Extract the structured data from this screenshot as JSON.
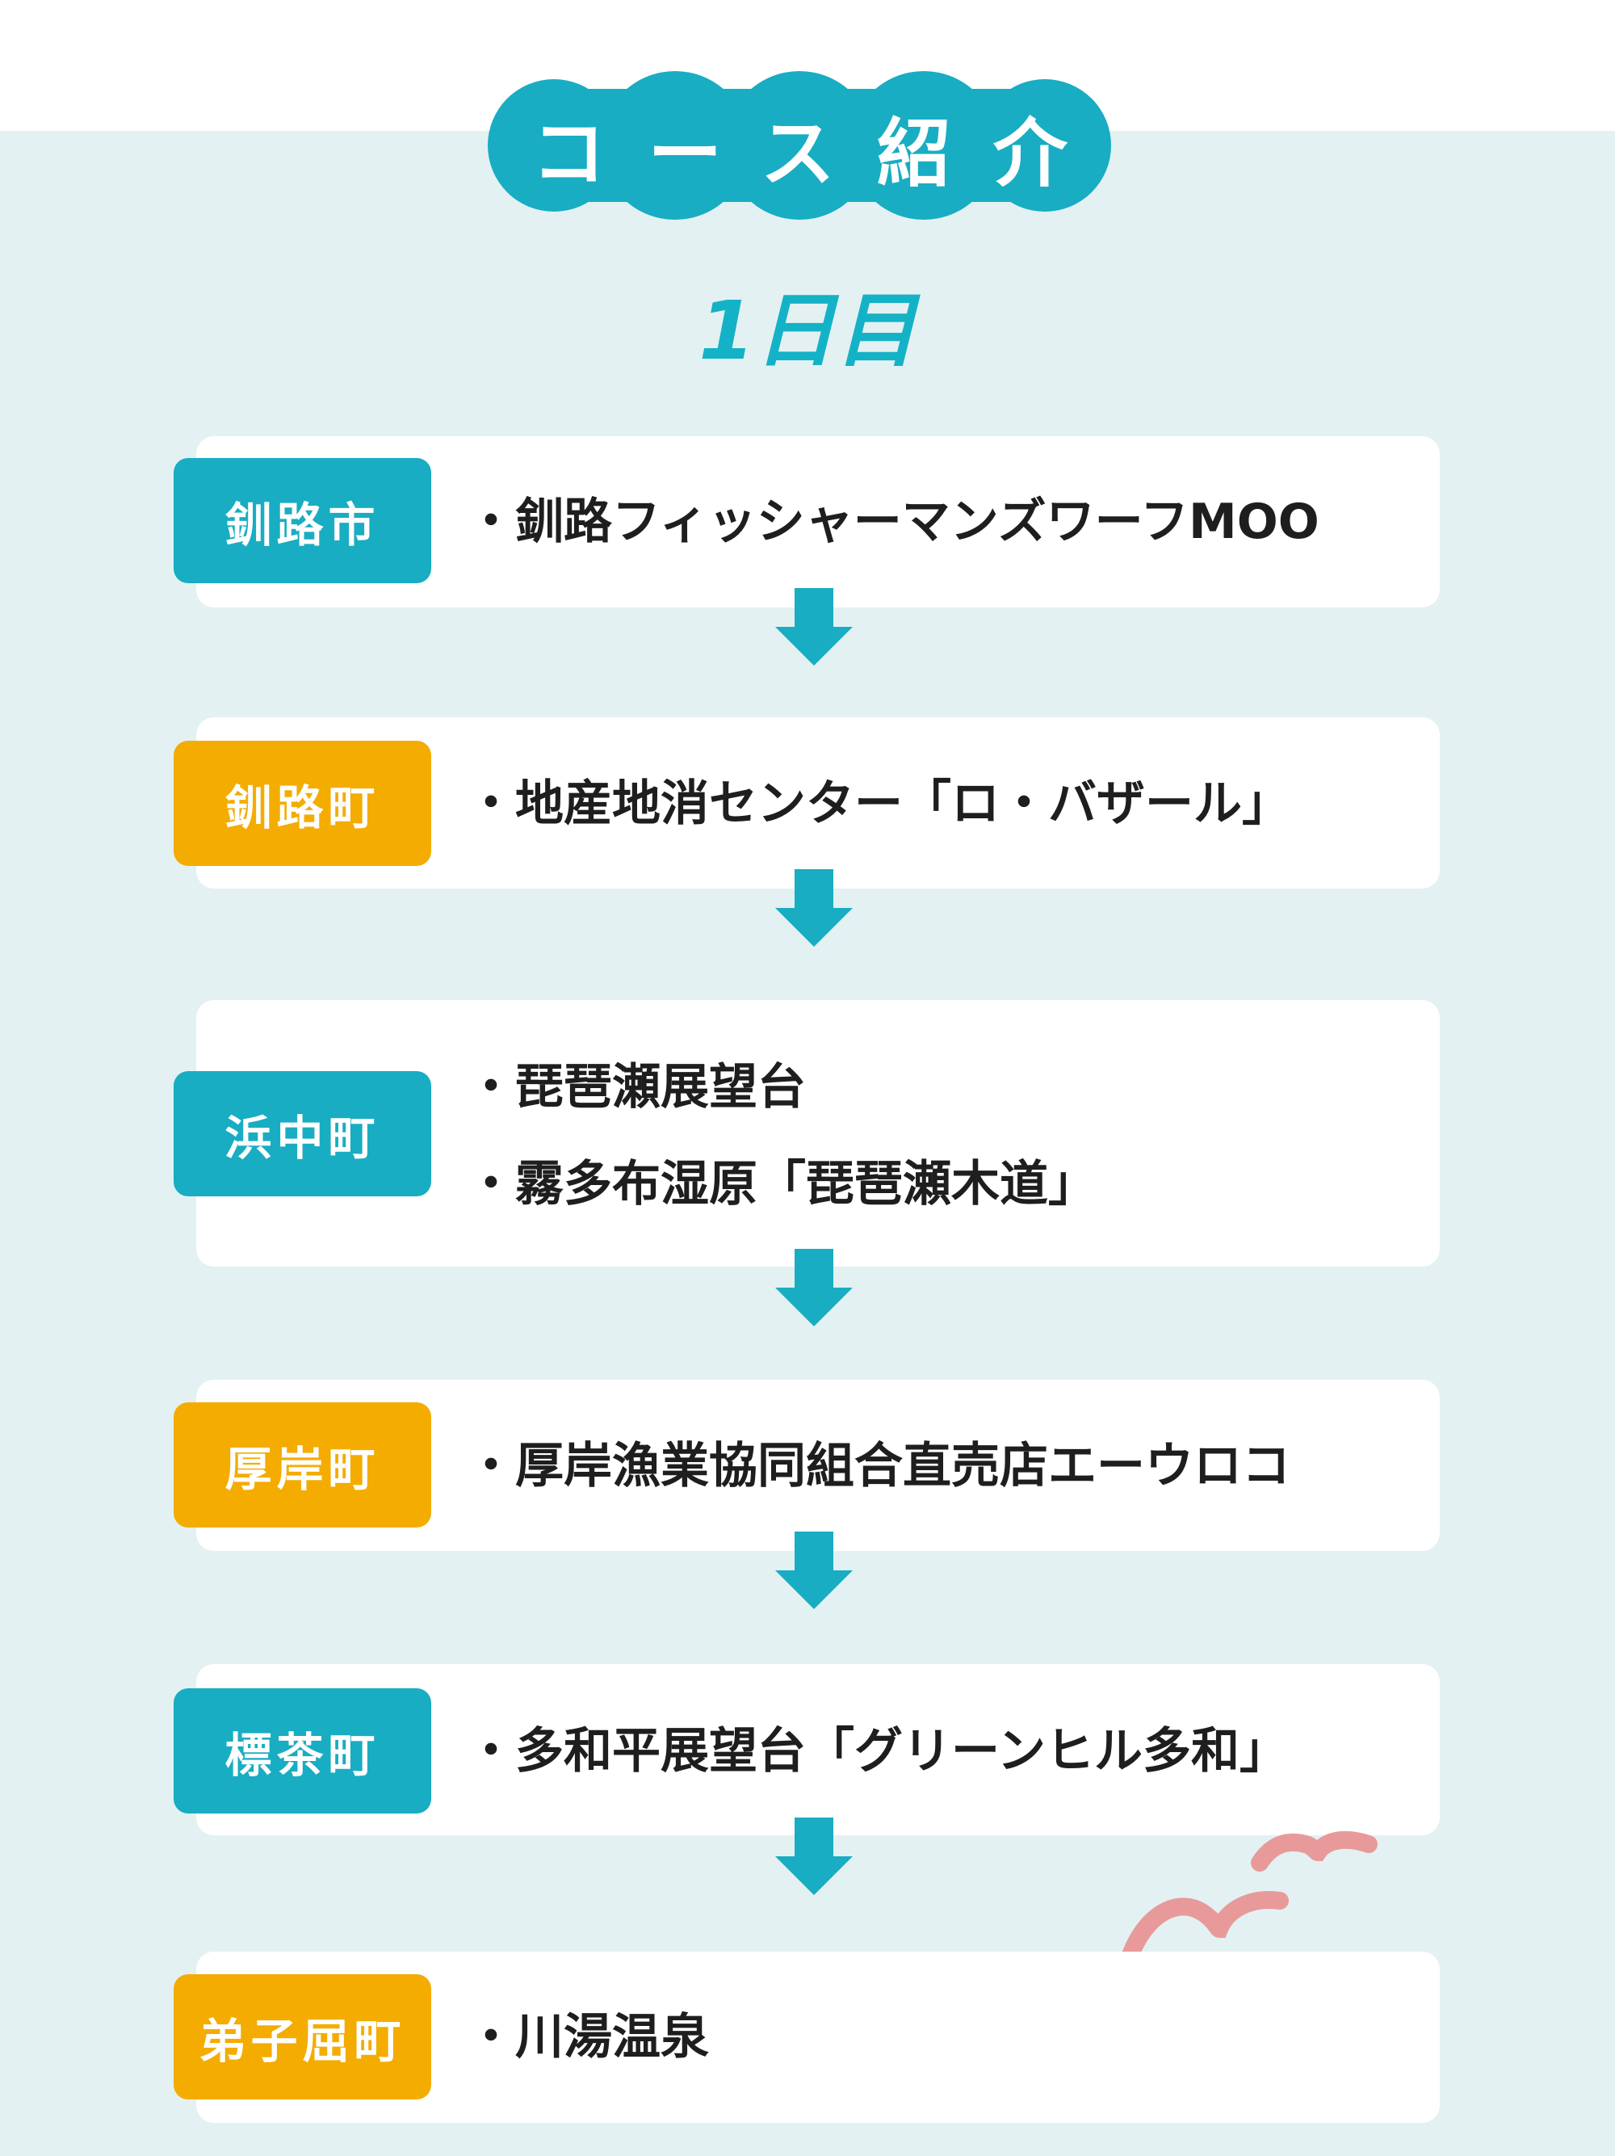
{
  "title": "コース紹介",
  "day_label": "1日目",
  "colors": {
    "teal": "#18adc2",
    "gold": "#f4ac00",
    "background": "#e3f1f2",
    "gull": "#e89a9a"
  },
  "stops": [
    {
      "town": "釧路市",
      "tag_color": "teal",
      "spots": [
        "・釧路フィッシャーマンズワーフMOO"
      ]
    },
    {
      "town": "釧路町",
      "tag_color": "gold",
      "spots": [
        "・地産地消センター「ロ・バザール」"
      ]
    },
    {
      "town": "浜中町",
      "tag_color": "teal",
      "spots": [
        "・琵琶瀬展望台",
        "・霧多布湿原「琵琶瀬木道」"
      ]
    },
    {
      "town": "厚岸町",
      "tag_color": "gold",
      "spots": [
        "・厚岸漁業協同組合直売店エーウロコ"
      ]
    },
    {
      "town": "標茶町",
      "tag_color": "teal",
      "spots": [
        "・多和平展望台「グリーンヒル多和」"
      ]
    },
    {
      "town": "弟子屈町",
      "tag_color": "gold",
      "spots": [
        "・川湯温泉"
      ]
    }
  ],
  "icons": {
    "arrow": "down-arrow-icon",
    "decoration": "seagulls-icon"
  }
}
